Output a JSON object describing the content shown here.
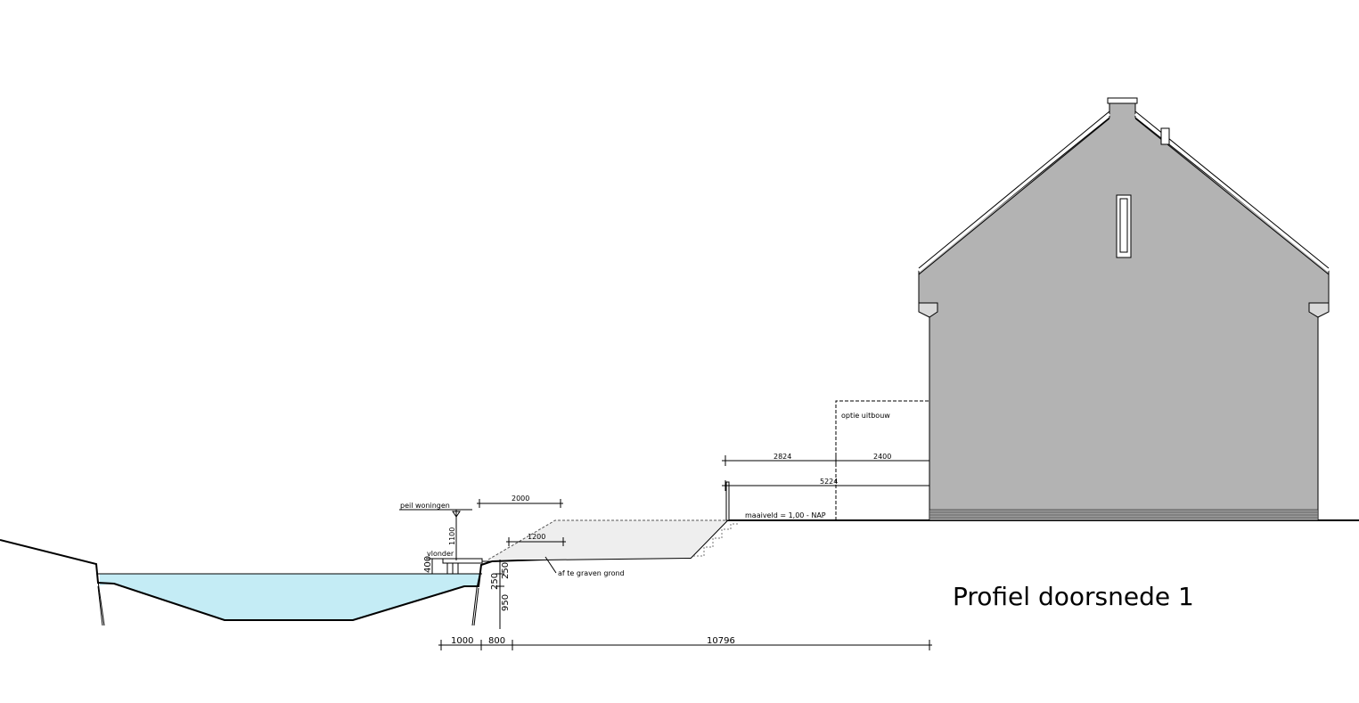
{
  "title": "Profiel doorsnede 1",
  "labels": {
    "peil_woningen": "peil woningen",
    "vlonder": "vlonder",
    "af_te_graven_grond": "af te graven grond",
    "maaiveld": "maaiveld = 1,00 - NAP",
    "optie_uitbouw": "optie uitbouw"
  },
  "dimensions": {
    "d2000": "2000",
    "d1200": "1200",
    "d1100": "1100",
    "d400": "400",
    "d250a": "250",
    "d250b": "250",
    "d950": "950",
    "d1000": "1000",
    "d800": "800",
    "d10796": "10796",
    "d2824": "2824",
    "d2400": "2400",
    "d5224": "5224"
  },
  "colors": {
    "water": "#c4ecf5",
    "house": "#b3b3b3",
    "excavation": "#eeeeee",
    "line": "#000000"
  }
}
